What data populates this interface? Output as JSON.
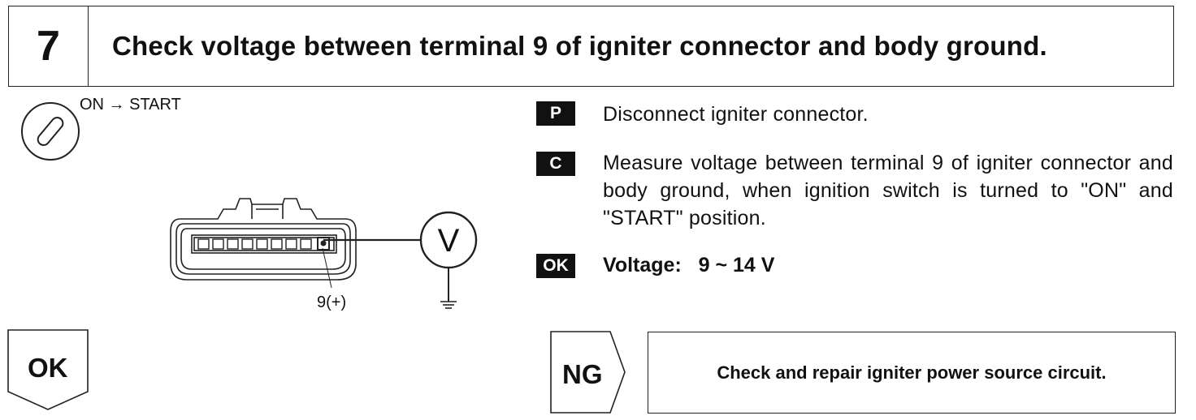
{
  "header": {
    "step_number": "7",
    "title": "Check voltage between terminal 9 of igniter connector and body ground."
  },
  "ignition": {
    "label": "ON → START",
    "icon": "ignition-key-icon"
  },
  "diagram": {
    "pin_label": "9(+)",
    "meter_symbol": "V"
  },
  "instructions": [
    {
      "badge": "P",
      "text": "Disconnect igniter connector."
    },
    {
      "badge": "C",
      "text": "Measure voltage between terminal 9 of igniter connector and body ground, when ignition switch is turned to \"ON\" and \"START\" position."
    }
  ],
  "spec": {
    "badge": "OK",
    "label": "Voltage:",
    "value": "9 ~ 14 V"
  },
  "results": {
    "ok_label": "OK",
    "ng_label": "NG",
    "ng_action": "Check and repair igniter power source circuit."
  }
}
